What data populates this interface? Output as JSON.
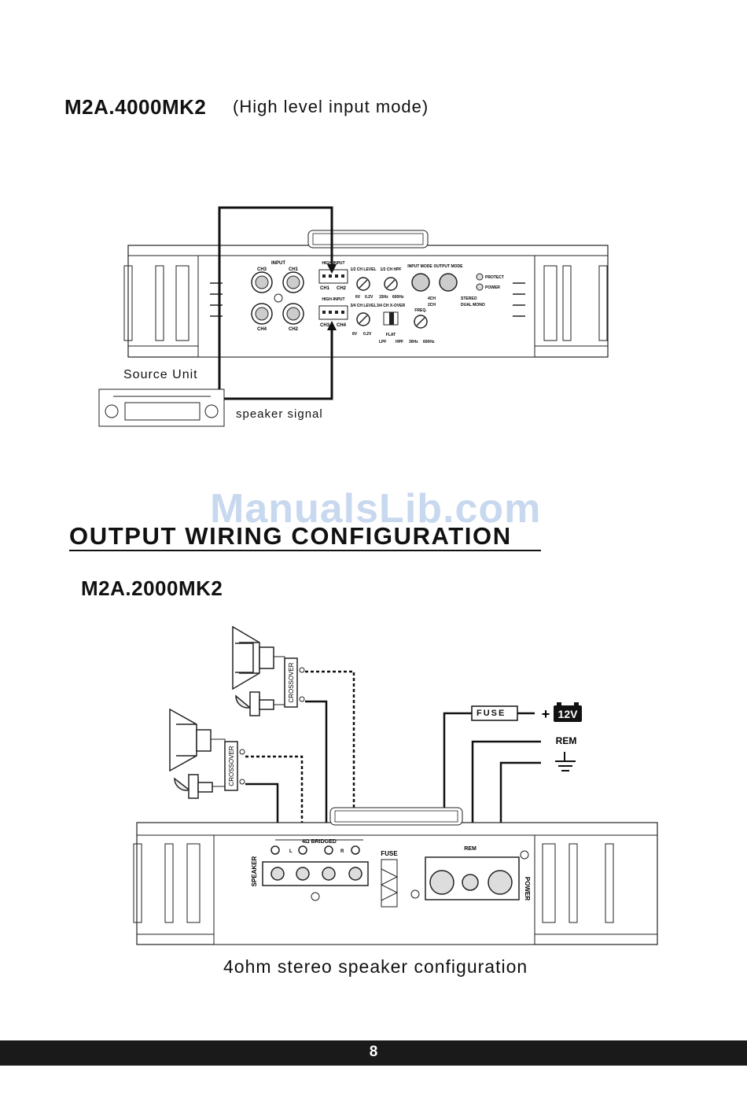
{
  "section1": {
    "model": "M2A.4000MK2",
    "subtitle": "(High level input mode)",
    "source_unit": "Source Unit",
    "speaker_signal": "speaker signal",
    "panel": {
      "input_title": "INPUT",
      "jacks": [
        "CH3",
        "CH1",
        "CH4",
        "CH2"
      ],
      "high_input": "HIGH-INPUT",
      "high_ch_top": [
        "CH1",
        "CH2"
      ],
      "high_ch_bottom": [
        "CH3",
        "CH4"
      ],
      "level12": "1/2 CH LEVEL",
      "hpf12": "1/2 CH HPF",
      "level34": "3/4 CH LEVEL",
      "xover34": "3/4 CH X-OVER",
      "input_mode": "INPUT MODE",
      "output_mode": "OUTPUT MODE",
      "protect": "PROTECT",
      "power": "POWER",
      "v6": "6V",
      "v02": "0.2V",
      "f15": "15Hz",
      "f600": "600Hz",
      "ch4": "4CH",
      "ch2": "2CH",
      "stereo": "STEREO",
      "dual_mono": "DUAL MONO",
      "flat": "FLAT",
      "lpf": "LPF",
      "hpf": "HPF",
      "freq": "FREQ.",
      "f30": "30Hz",
      "f600b": "600Hz"
    }
  },
  "watermark": "ManualsLib.com",
  "section2": {
    "heading": "OUTPUT WIRING  CONFIGURATION",
    "model": "M2A.2000MK2",
    "crossover": "CROSSOVER",
    "fuse_box": "FUSE",
    "v12": "12V",
    "rem": "REM",
    "panel": {
      "bridged": "4Ω BRIDGED",
      "l": "L",
      "r": "R",
      "speaker": "SPEAKER",
      "fuse": "FUSE",
      "rem": "REM",
      "power": "POWER"
    },
    "caption": "4ohm stereo speaker configuration"
  },
  "page_number": "8"
}
